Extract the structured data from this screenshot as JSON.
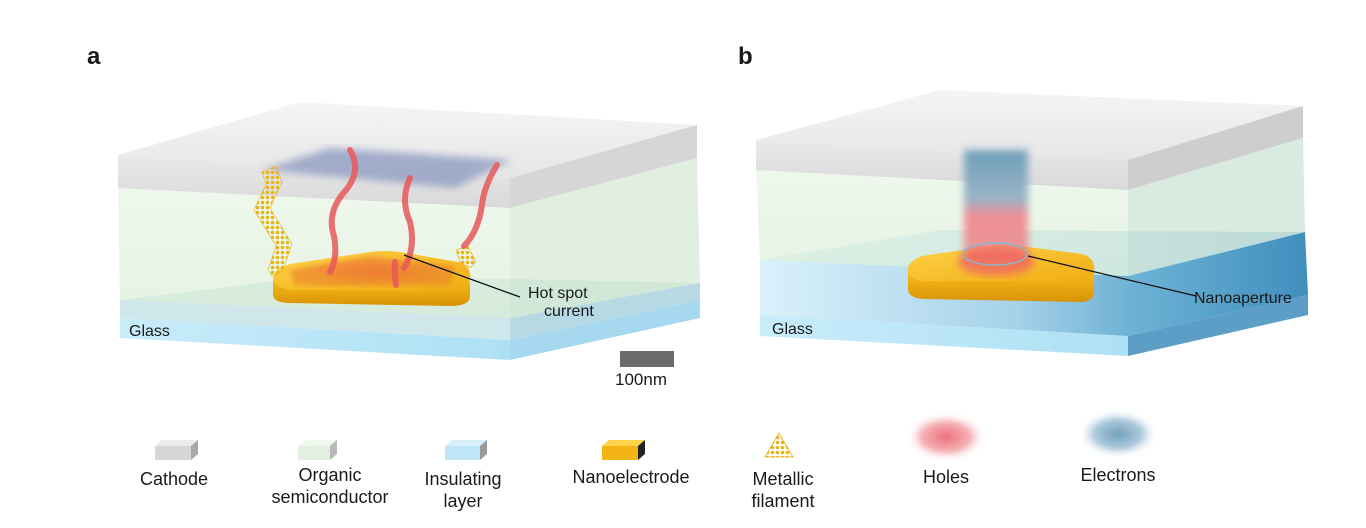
{
  "panels": {
    "a": {
      "letter": "a",
      "glass_label": "Glass",
      "callout_line1": "Hot spot",
      "callout_line2": "current"
    },
    "b": {
      "letter": "b",
      "glass_label": "Glass",
      "callout": "Nanoaperture"
    }
  },
  "scale_bar": {
    "label": "100nm"
  },
  "legend": {
    "cathode": "Cathode",
    "organic_line1": "Organic",
    "organic_line2": "semiconductor",
    "insulating_line1": "Insulating",
    "insulating_line2": "layer",
    "nanoelectrode": "Nanoelectrode",
    "metallic_line1": "Metallic",
    "metallic_line2": "filament",
    "holes": "Holes",
    "electrons": "Electrons"
  },
  "colors": {
    "cathode": "#c8c8c8",
    "organic": "#dff0dc",
    "glass": "#bfe6f7",
    "nanoelectrode": "#f2b515",
    "filament": "#f2c230",
    "holes": "#ef7f86",
    "electrons": "#6f9fbe",
    "hot_spot": "#e5554f"
  }
}
